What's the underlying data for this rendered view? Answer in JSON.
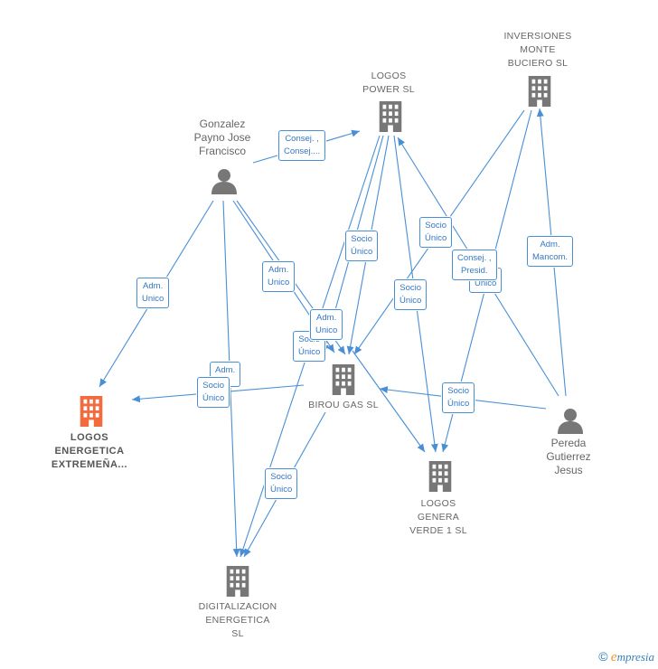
{
  "nodes": {
    "inversiones": {
      "label": "INVERSIONES\nMONTE\nBUCIERO SL",
      "type": "company"
    },
    "logos_power": {
      "label": "LOGOS\nPOWER  SL",
      "type": "company"
    },
    "gonzalez": {
      "label": "Gonzalez\nPayno Jose\nFrancisco",
      "type": "person"
    },
    "logos_energetica": {
      "label": "LOGOS\nENERGETICA\nEXTREMEÑA...",
      "type": "focus"
    },
    "birou_gas": {
      "label": "BIROU GAS  SL",
      "type": "company"
    },
    "logos_genera": {
      "label": "LOGOS\nGENERA\nVERDE 1  SL",
      "type": "company"
    },
    "pereda": {
      "label": "Pereda\nGutierrez\nJesus",
      "type": "person"
    },
    "digitalizacion": {
      "label": "DIGITALIZACION\nENERGETICA\nSL",
      "type": "company"
    }
  },
  "edge_labels": {
    "consej_consej": "Consej. ,\nConsej....",
    "adm_unico_left": "Adm.\nUnico",
    "adm_unico_mid": "Adm.\nUnico",
    "socio_unico_power": "Socio\nÚnico",
    "socio_unico_inv": "Socio\nÚnico",
    "consej_presid": "Consej. ,\nPresid.",
    "unico_fragment": "Único",
    "adm_mancom": "Adm.\nMancom.",
    "socio_unico_mid": "Socio\nÚnico",
    "adm_unico_birou": "Adm.\nUnico",
    "socio_unico_birou": "Socio\nÚnico",
    "adm_fragment": "Adm.",
    "socio_unico_left": "Socio\nÚnico",
    "socio_unico_genera": "Socio\nÚnico",
    "socio_unico_digit": "Socio\nÚnico"
  },
  "colors": {
    "edge": "#4a8fd6",
    "company_icon": "#777777",
    "focus_icon": "#f26a3d",
    "person_icon": "#777777"
  },
  "footer": {
    "copyright": "©",
    "brand_first": "e",
    "brand_rest": "mpresia"
  }
}
